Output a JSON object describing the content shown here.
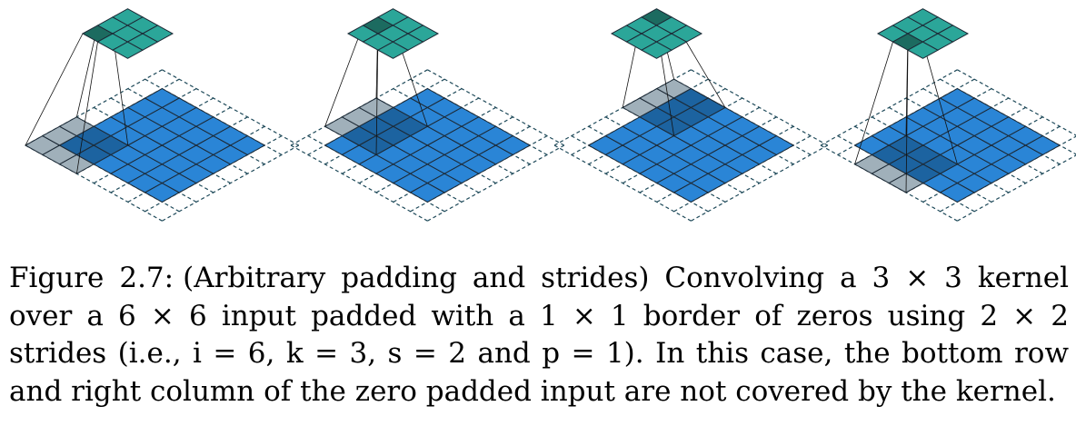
{
  "figure": {
    "panels": [
      {
        "kernel_position": {
          "row": 0,
          "col": 0
        },
        "highlighted_output_cell": {
          "row": 0,
          "col": 0
        }
      },
      {
        "kernel_position": {
          "row": 0,
          "col": 2
        },
        "highlighted_output_cell": {
          "row": 0,
          "col": 1
        }
      },
      {
        "kernel_position": {
          "row": 0,
          "col": 4
        },
        "highlighted_output_cell": {
          "row": 0,
          "col": 2
        }
      },
      {
        "kernel_position": {
          "row": 2,
          "col": 0
        },
        "highlighted_output_cell": {
          "row": 1,
          "col": 0
        }
      }
    ],
    "input_size": 6,
    "padding": 1,
    "kernel_size": 3,
    "stride": 2,
    "output_size": 3,
    "colors": {
      "input": "#2a85d6",
      "output": "#2ba699",
      "output_highlight": "#1c6b60",
      "kernel_overlay": "#1b5f9a",
      "kernel_on_padding": "#a0b0ba",
      "grid_line": "#1d2a36",
      "padding_dash": "#1f4a5a"
    }
  },
  "caption": {
    "label": "Figure 2.7:",
    "text": "(Arbitrary padding and strides) Convolving a 3 × 3 kernel over a 6 × 6 input padded with a 1 × 1 border of zeros using 2 × 2 strides (i.e., i = 6, k = 3, s = 2 and p = 1). In this case, the bottom row and right column of the zero padded input are not covered by the kernel."
  }
}
